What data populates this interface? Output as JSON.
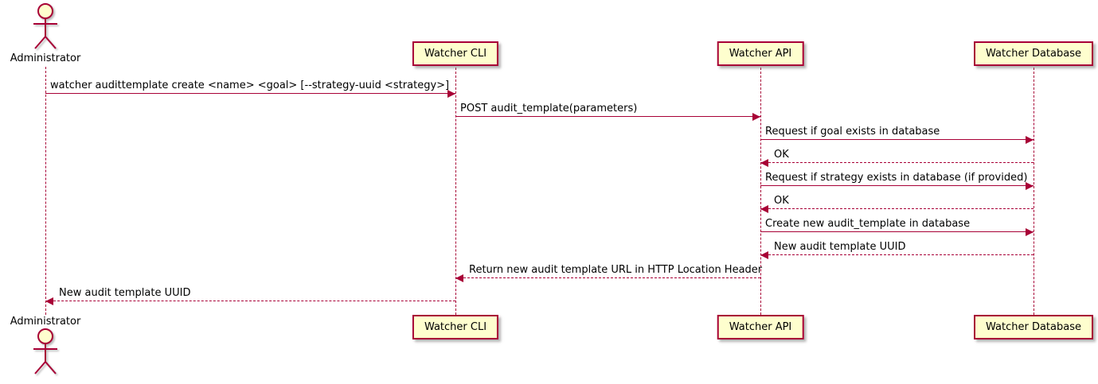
{
  "diagram": {
    "type": "sequence",
    "colors": {
      "line": "#A80036",
      "participant_fill": "#FEFECE",
      "text": "#000000",
      "background": "#FFFFFF"
    },
    "actor": {
      "label": "Administrator"
    },
    "participants": [
      {
        "label": "Watcher CLI"
      },
      {
        "label": "Watcher API"
      },
      {
        "label": "Watcher Database"
      }
    ],
    "messages": [
      {
        "from": "Administrator",
        "to": "Watcher CLI",
        "style": "solid",
        "text": "watcher audittemplate create <name> <goal> [--strategy-uuid <strategy>]"
      },
      {
        "from": "Watcher CLI",
        "to": "Watcher API",
        "style": "solid",
        "text": "POST audit_template(parameters)"
      },
      {
        "from": "Watcher API",
        "to": "Watcher Database",
        "style": "solid",
        "text": "Request if goal exists in database"
      },
      {
        "from": "Watcher Database",
        "to": "Watcher API",
        "style": "dashed",
        "text": "OK"
      },
      {
        "from": "Watcher API",
        "to": "Watcher Database",
        "style": "solid",
        "text": "Request if strategy exists in database (if provided)"
      },
      {
        "from": "Watcher Database",
        "to": "Watcher API",
        "style": "dashed",
        "text": "OK"
      },
      {
        "from": "Watcher API",
        "to": "Watcher Database",
        "style": "solid",
        "text": "Create new audit_template in database"
      },
      {
        "from": "Watcher Database",
        "to": "Watcher API",
        "style": "dashed",
        "text": "New audit template UUID"
      },
      {
        "from": "Watcher API",
        "to": "Watcher CLI",
        "style": "dashed",
        "text": "Return new audit template URL in HTTP Location Header"
      },
      {
        "from": "Watcher CLI",
        "to": "Administrator",
        "style": "dashed",
        "text": "New audit template UUID"
      }
    ]
  }
}
